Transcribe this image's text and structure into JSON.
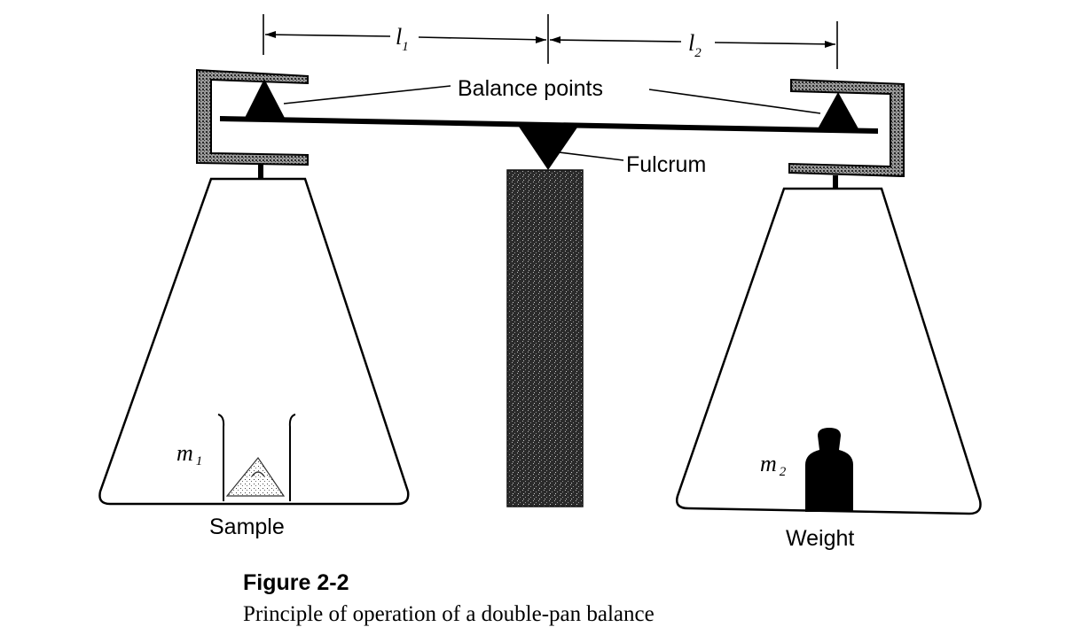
{
  "diagram": {
    "labels": {
      "balance_points": "Balance points",
      "fulcrum": "Fulcrum",
      "sample": "Sample",
      "weight": "Weight"
    },
    "symbols": {
      "l1": {
        "main": "l",
        "sub": "1"
      },
      "l2": {
        "main": "l",
        "sub": "2"
      },
      "m1": {
        "main": "m",
        "sub": "1"
      },
      "m2": {
        "main": "m",
        "sub": "2"
      }
    },
    "colors": {
      "ink": "#000000",
      "post_fill": "#3a3a3a",
      "hatch_fill": "#9a9a9a",
      "paper": "#ffffff"
    }
  },
  "caption": {
    "heading": "Figure 2-2",
    "text": "Principle of operation of a double-pan balance"
  }
}
